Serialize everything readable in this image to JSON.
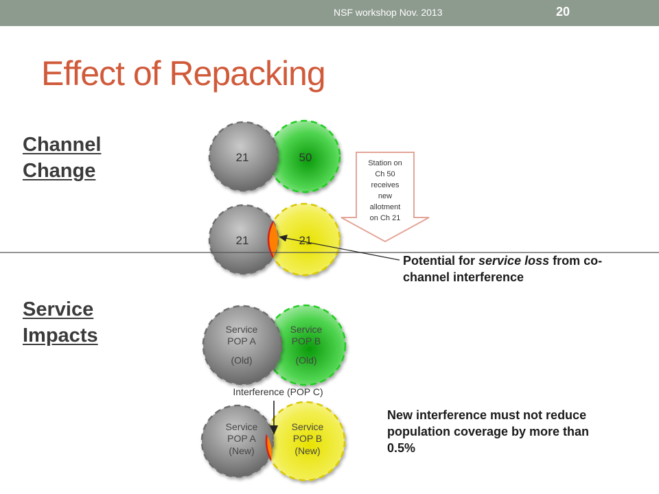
{
  "header": {
    "workshop": "NSF workshop Nov. 2013",
    "page_number": "20"
  },
  "title": "Effect of Repacking",
  "sections": {
    "channel_change": "Channel Change",
    "service_impacts": "Service Impacts"
  },
  "channel_row1": {
    "left": "21",
    "right": "50"
  },
  "channel_row2": {
    "left": "21",
    "right": "21"
  },
  "arrow_note": [
    "Station on",
    "Ch 50",
    "receives",
    "new",
    "allotment",
    "on Ch 21"
  ],
  "service_loss_note": {
    "prefix": "Potential for ",
    "emphasis": "service loss",
    "suffix": " from co-",
    "line2": "channel interference"
  },
  "service_old": {
    "a": [
      "Service",
      "POP A",
      "",
      "(Old)"
    ],
    "b": [
      "Service",
      "POP B",
      "",
      "(Old)"
    ]
  },
  "interference_label": "Interference (POP C)",
  "service_new": {
    "a": [
      "Service",
      "POP A",
      "(New)"
    ],
    "b": [
      "Service",
      "POP B",
      "(New)"
    ]
  },
  "coverage_note": [
    "New interference must not reduce",
    "population coverage by more than",
    "0.5%"
  ],
  "colors": {
    "title": "#d05a3a",
    "topbar": "#8d9a8e",
    "gray_circle": "#6e6e6e",
    "green_circle": "#1fb01f",
    "yellow_circle": "#e6e000",
    "overlap": "#ff7f00",
    "arrow_outline": "#e3a598"
  }
}
